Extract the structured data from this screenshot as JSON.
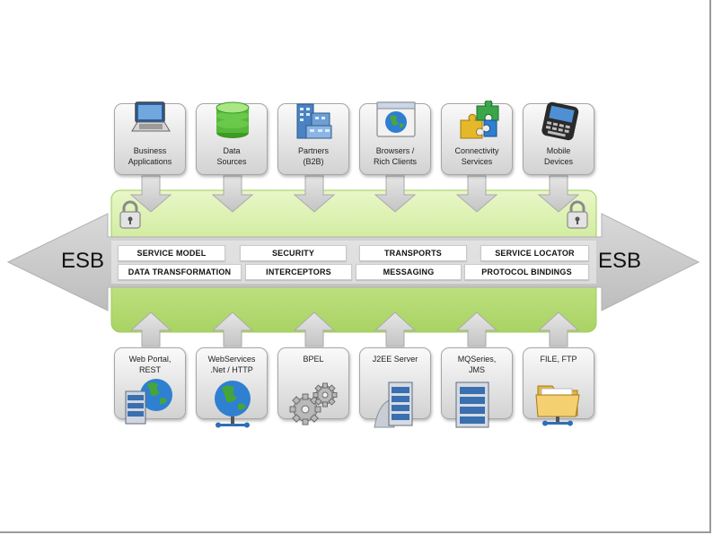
{
  "esb_labels": {
    "left": "ESB",
    "right": "ESB"
  },
  "top_sources": [
    {
      "label": "Business\nApplications",
      "icon": "laptop-icon"
    },
    {
      "label": "Data\nSources",
      "icon": "database-icon"
    },
    {
      "label": "Partners\n(B2B)",
      "icon": "buildings-icon"
    },
    {
      "label": "Browsers /\nRich Clients",
      "icon": "browser-globe-icon"
    },
    {
      "label": "Connectivity\nServices",
      "icon": "puzzle-icon"
    },
    {
      "label": "Mobile\nDevices",
      "icon": "mobile-device-icon"
    }
  ],
  "capabilities": [
    "SERVICE MODEL",
    "SECURITY",
    "TRANSPORTS",
    "SERVICE LOCATOR",
    "DATA TRANSFORMATION",
    "INTERCEPTORS",
    "MESSAGING",
    "PROTOCOL BINDINGS"
  ],
  "bottom_sources": [
    {
      "label": "Web Portal,\nREST",
      "icon": "server-globe-icon"
    },
    {
      "label": "WebServices\n.Net / HTTP",
      "icon": "network-globe-icon"
    },
    {
      "label": "BPEL",
      "icon": "gears-icon"
    },
    {
      "label": "J2EE Server",
      "icon": "server-icon"
    },
    {
      "label": "MQSeries,\nJMS",
      "icon": "rack-server-icon"
    },
    {
      "label": "FILE, FTP",
      "icon": "folder-network-icon"
    }
  ],
  "colors": {
    "bus_green": "#c6e88a",
    "arrow_gray": "#c8c8c8"
  }
}
